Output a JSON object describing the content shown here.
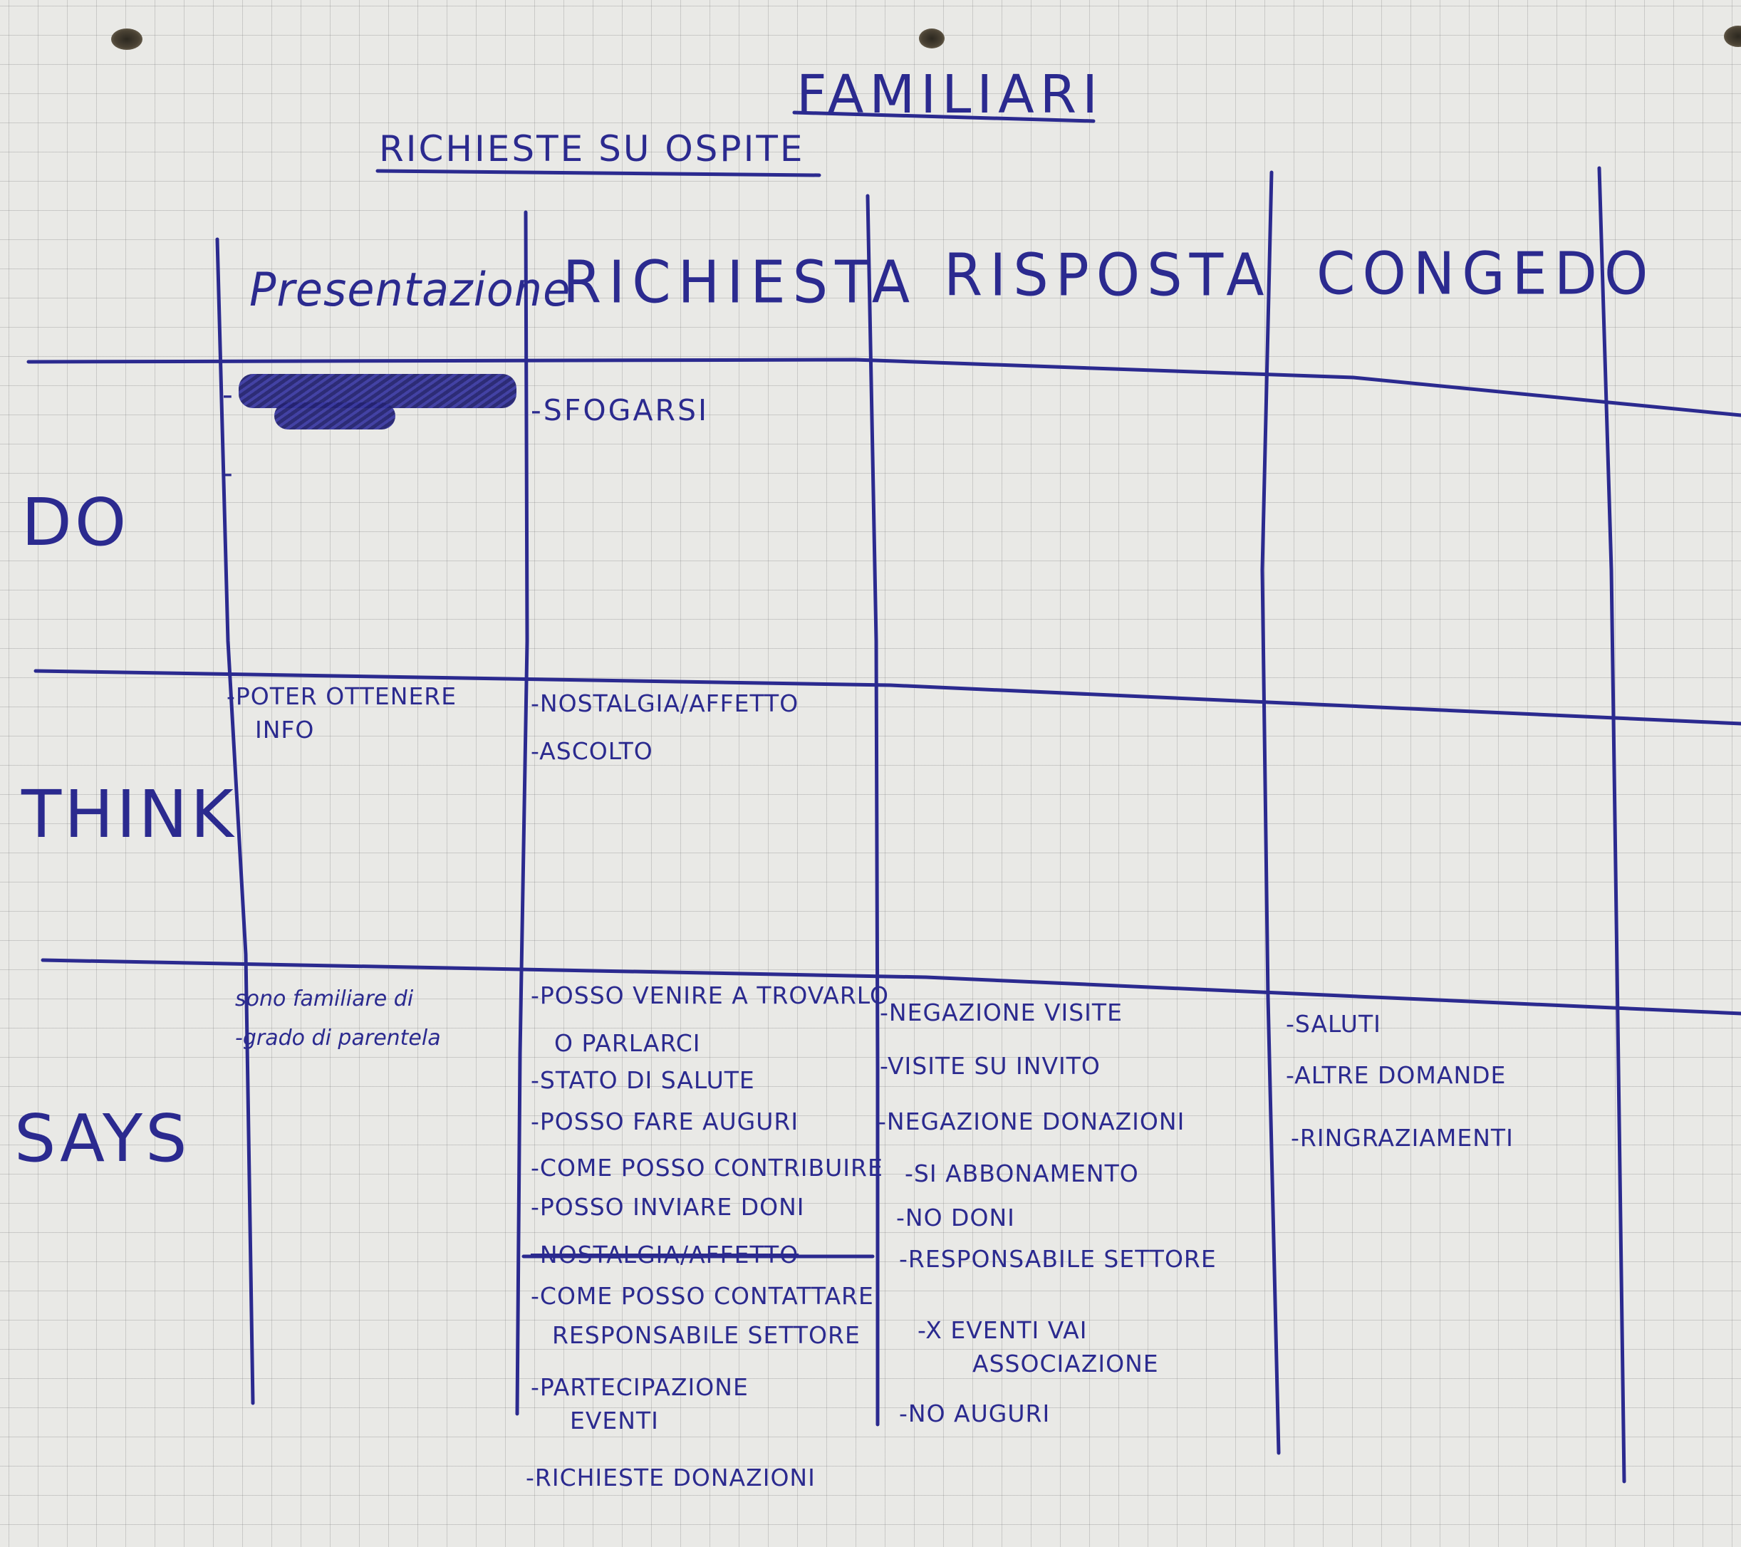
{
  "title": "FAMILIARI",
  "subtitle": "RICHIESTE SU OSPITE",
  "columns": [
    "Presentazione",
    "RICHIESTA",
    "RISPOSTA",
    "CONGEDO"
  ],
  "rows": [
    "DO",
    "THINK",
    "SAYS"
  ],
  "cells": {
    "do_presentazione": [
      "-",
      "-"
    ],
    "do_richiesta": [
      "-SFOGARSI"
    ],
    "think_presentazione": [
      "-POTER OTTENERE",
      "INFO"
    ],
    "think_richiesta": [
      "-NOSTALGIA/AFFETTO",
      "-ASCOLTO"
    ],
    "says_presentazione": [
      "sono familiare di",
      "-grado di parentela"
    ],
    "says_richiesta": [
      "-POSSO VENIRE A TROVARLO",
      "O PARLARCI",
      "-STATO DI SALUTE",
      "-POSSO FARE AUGURI",
      "-COME POSSO CONTRIBUIRE",
      "-POSSO INVIARE DONI",
      "-NOSTALGIA/AFFETTO",
      "-COME POSSO CONTATTARE",
      "RESPONSABILE SETTORE",
      "-PARTECIPAZIONE",
      "EVENTI",
      "-RICHIESTE DONAZIONI"
    ],
    "says_risposta": [
      "-NEGAZIONE VISITE",
      "-VISITE SU INVITO",
      "-NEGAZIONE DONAZIONI",
      "-SI ABBONAMENTO",
      "-NO DONI",
      "-RESPONSABILE SETTORE",
      "-X EVENTI VAI",
      "ASSOCIAZIONE",
      "-NO AUGURI"
    ],
    "says_congedo": [
      "-SALUTI",
      "-ALTRE DOMANDE",
      "-RINGRAZIAMENTI"
    ]
  },
  "colors": {
    "ink": "#2b2a8f",
    "paper": "#e9e9e6",
    "grid": "#b8b8b4"
  }
}
